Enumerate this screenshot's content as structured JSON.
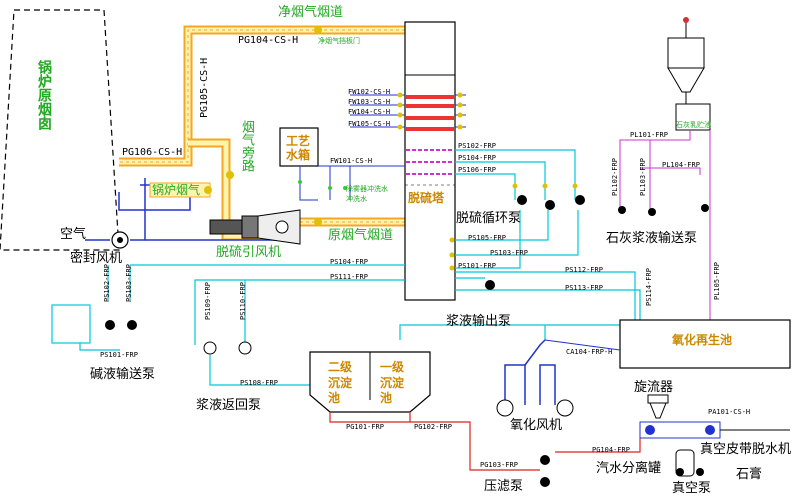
{
  "chimney": {
    "label": "锅炉原烟囱"
  },
  "flues": {
    "clean_flue": "净烟气烟道",
    "clean_flue_gate": "净烟气挡板门",
    "bypass_flue": "烟气旁路",
    "boiler_flue": "锅炉烟气",
    "raw_flue": "原烟气烟道"
  },
  "pipes": {
    "pg104": "PG104-CS-H",
    "pg105": "PG105-CS-H",
    "pg106": "PG106-CS-H",
    "fw101": "FW101-CS-H",
    "fw102": "FW102-CS-H",
    "fw103": "FW103-CS-H",
    "fw104": "FW104-CS-H",
    "fw105": "FW105-CS-H",
    "ps102": "PS102-FRP",
    "ps104": "PS104-FRP",
    "ps106": "PS106-FRP",
    "ps105": "PS105-FRP",
    "ps103": "PS103-FRP",
    "ps101": "PS101-FRP",
    "ps112": "PS112-FRP",
    "ps113": "PS113-FRP",
    "ps114": "PS114-FRP",
    "ps104b": "PS104-FRP",
    "ps111": "PS111-FRP",
    "ps102v": "PS102-FRP",
    "ps103v": "PS103-FRP",
    "ps101b": "PS101-FRP",
    "ps109": "PS109-FRP",
    "ps110": "PS110-FRP",
    "ps108": "PS108-FRP",
    "pl101": "PL101-FRP",
    "pl102": "PL102-FRP",
    "pl103": "PL103-FRP",
    "pl104": "PL104-FRP",
    "pl105": "PL105-FRP",
    "ca104": "CA104-FRP-H",
    "pg101": "PG101-FRP",
    "pg102": "PG102-FRP",
    "pg103": "PG103-FRP",
    "pg104b": "PG104-FRP",
    "pa101": "PA101-CS-H"
  },
  "equipment": {
    "process_tank": "工艺水箱",
    "absorber": "脱硫塔",
    "circ_pump": "脱硫循环泵",
    "seal_fan": "密封风机",
    "air": "空气",
    "id_fan": "脱硫引风机",
    "lime_pump": "石灰浆液输送泵",
    "lime_silo_tag": "石灰乳贮池",
    "slurry_out_pump": "浆液输出泵",
    "oxidation_tank": "氧化再生池",
    "cyclone": "旋流器",
    "alkali_pump": "碱液输送泵",
    "return_pump": "浆液返回泵",
    "second_settle": "二级沉淀池",
    "first_settle": "一级沉淀池",
    "oxidation_fan": "氧化风机",
    "filter_pump": "压滤泵",
    "separator": "汽水分离罐",
    "vacuum_pump": "真空泵",
    "belt_filter": "真空皮带脱水机",
    "gypsum": "石膏",
    "small_tag1": "除雾器冲洗水",
    "small_tag2": "冲洗水"
  },
  "colors": {
    "flue": "#f5a623",
    "flue_fill": "#fff3b0",
    "slurry": "#00c8d8",
    "water": "#2233cc",
    "lime": "#cc33cc",
    "red": "#dd2222",
    "green": "#22aa22",
    "gas_green": "#33cc33"
  }
}
